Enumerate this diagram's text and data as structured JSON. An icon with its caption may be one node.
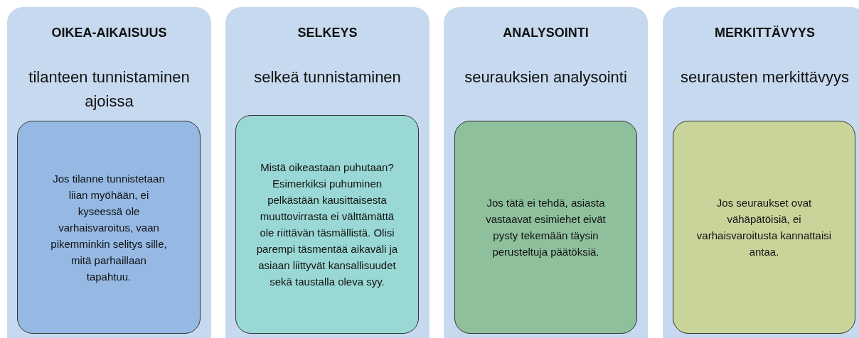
{
  "diagram": {
    "nodes": [
      {
        "text": [
          "OIKEA-AIKAISUUS",
          "tilanteen tunnistaminen ajoissa"
        ]
      },
      {
        "text": [
          "Jos tilanne tunnistetaan liian myöhään, ei kyseessä ole varhaisvaroitus, vaan pikemminkin selitys sille, mitä parhaillaan tapahtuu."
        ],
        "in": 0
      },
      {
        "text": [
          "SELKEYS",
          "selkeä tunnistaminen"
        ]
      },
      {
        "text": [
          "Mistä oikeastaan puhutaan? Esimerkiksi puhuminen pelkästään kausittaisesta muuttovirrasta ei välttämättä ole riittävän täsmällistä. Olisi parempi täsmentää aikaväli ja asiaan liittyvät kansallisuudet sekä taustalla oleva syy."
        ],
        "in": 2
      },
      {
        "text": [
          "ANALYSOINTI",
          "seurauksien analysointi"
        ]
      },
      {
        "text": [
          "Jos tätä ei tehdä, asiasta vastaavat esimiehet eivät pysty tekemään täysin perusteltuja päätöksiä."
        ],
        "in": 4
      },
      {
        "text": [
          "MERKITTÄVYYS",
          "seurausten merkittävyys"
        ]
      },
      {
        "text": [
          "Jos seuraukset ovat vähäpätöisiä, ei varhaisvaroitusta kannattaisi antaa."
        ],
        "in": 6
      }
    ]
  }
}
